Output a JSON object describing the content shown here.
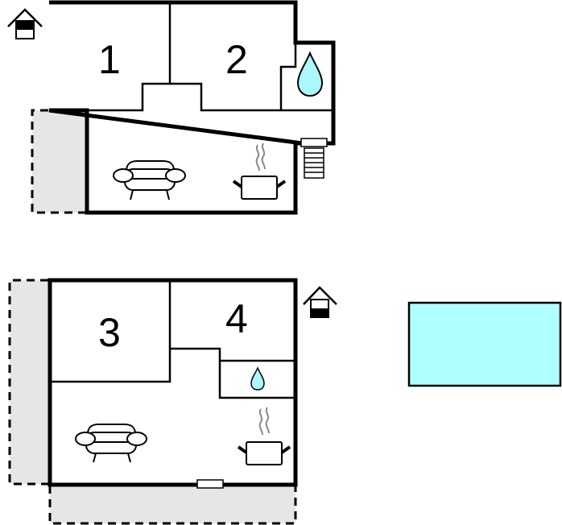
{
  "plan": {
    "colors": {
      "wall": "#000000",
      "terrace": "#e6e6e6",
      "water": "#aaf7fd",
      "pool": "#b0ffff",
      "steam": "#888888"
    },
    "ground_floor": {
      "rooms": [
        {
          "id": "room-1",
          "label": "1"
        },
        {
          "id": "room-2",
          "label": "2"
        }
      ],
      "icons": [
        "house-entrance-icon",
        "water-drop-icon",
        "sofa-icon",
        "cooking-pot-icon",
        "stairs-icon"
      ]
    },
    "upper_floor": {
      "rooms": [
        {
          "id": "room-3",
          "label": "3"
        },
        {
          "id": "room-4",
          "label": "4"
        }
      ],
      "icons": [
        "house-entrance-icon",
        "water-drop-icon",
        "sofa-icon",
        "cooking-pot-icon"
      ]
    },
    "pool": {
      "label": ""
    }
  }
}
